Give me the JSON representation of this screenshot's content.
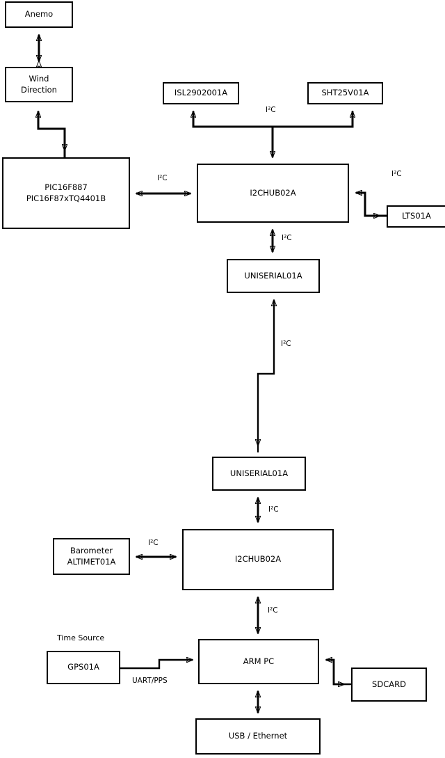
{
  "diagram": {
    "title_text": "",
    "nodes": [
      {
        "id": "anemo",
        "label": "Anemo"
      },
      {
        "id": "wind",
        "label": "Wind\nDirection"
      },
      {
        "id": "pic",
        "label": "PIC16F887\nPIC16F87xTQ4401B"
      },
      {
        "id": "isl",
        "label": "ISL2902001A"
      },
      {
        "id": "sht",
        "label": "SHT25V01A"
      },
      {
        "id": "hub_top",
        "label": "I2CHUB02A"
      },
      {
        "id": "lts",
        "label": "LTS01A"
      },
      {
        "id": "uniserial_top",
        "label": "UNISERIAL01A"
      },
      {
        "id": "uniserial_bot",
        "label": "UNISERIAL01A"
      },
      {
        "id": "hub_bot",
        "label": "I2CHUB02A"
      },
      {
        "id": "barometer",
        "label": "Barometer\nALTIMET01A"
      },
      {
        "id": "gps",
        "label": "GPS01A"
      },
      {
        "id": "armpc",
        "label": "ARM PC"
      },
      {
        "id": "sdcard",
        "label": "SDCARD"
      },
      {
        "id": "usbeth",
        "label": "USB / Ethernet"
      }
    ],
    "edge_labels": {
      "pic_to_hub": "I²C",
      "sensors_bus": "I²C",
      "hub_to_lts": "I²C",
      "hub_to_uniserial": "I²C",
      "uniserial_link": "I²C",
      "uniserial_to_hub_bot": "I²C",
      "barometer_to_hub": "I²C",
      "hub_to_armpc": "I²C",
      "gps_to_armpc": "UART/PPS"
    },
    "free_labels": {
      "time_source": "Time Source"
    },
    "colors": {
      "stroke": "#000000",
      "fill": "#ffffff",
      "text": "#000000"
    }
  }
}
